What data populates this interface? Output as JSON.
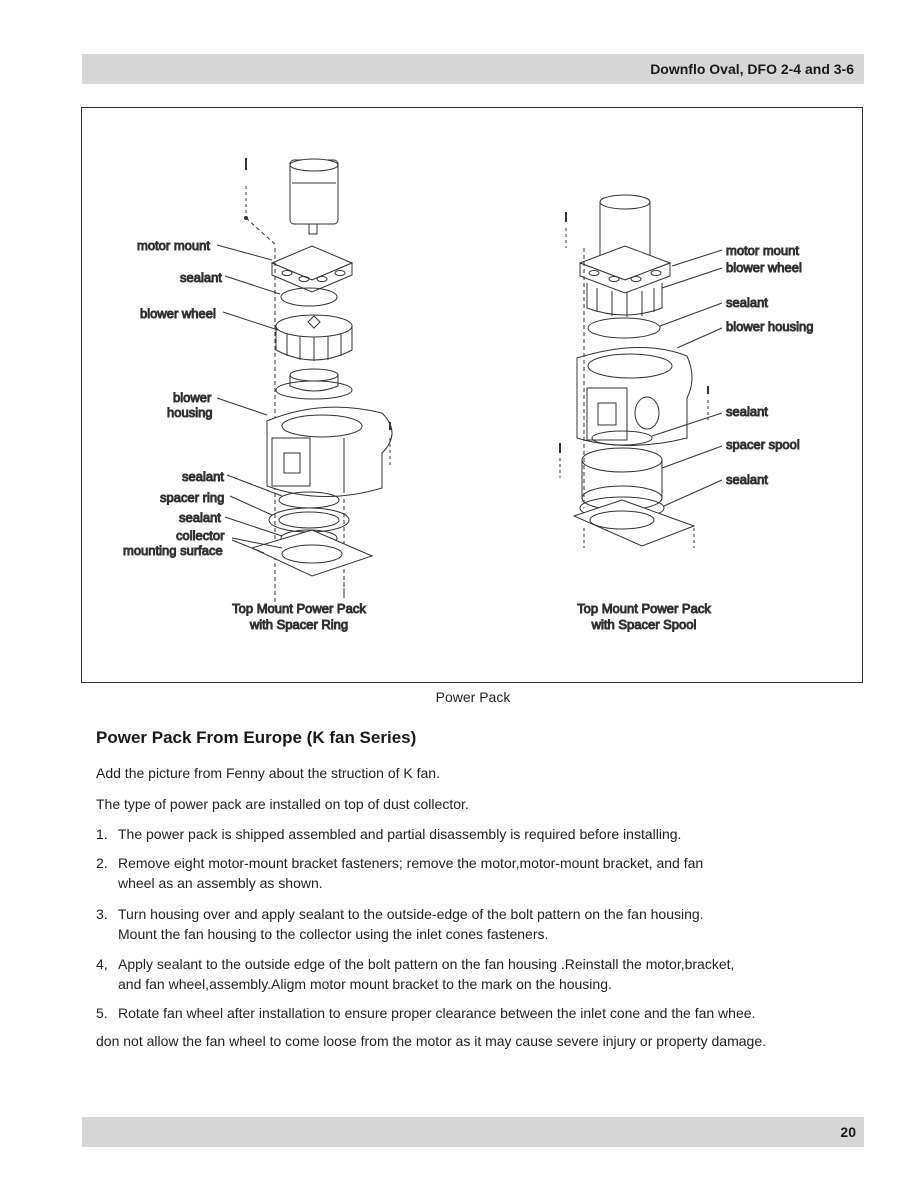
{
  "header": {
    "title": "Downflo Oval, DFO 2-4 and 3-6"
  },
  "figure": {
    "left": {
      "callouts": [
        "motor mount",
        "sealant",
        "blower wheel",
        "blower",
        "housing",
        "sealant",
        "spacer ring",
        "sealant",
        "collector",
        "mounting surface"
      ],
      "caption_line1": "Top Mount Power Pack",
      "caption_line2": "with Spacer Ring"
    },
    "right": {
      "callouts": [
        "motor mount",
        "blower wheel",
        "sealant",
        "blower housing",
        "sealant",
        "spacer spool",
        "sealant"
      ],
      "caption_line1": "Top Mount Power Pack",
      "caption_line2": "with Spacer Spool"
    },
    "caption": "Power Pack"
  },
  "section": {
    "heading": "Power Pack From Europe (K fan Series)",
    "intro1": "Add the picture from Fenny about the struction of K fan.",
    "intro2": "The type of power pack are installed on top of dust collector.",
    "steps": [
      {
        "num": "1.",
        "lines": [
          "The power pack is shipped assembled and partial disassembly is required before installing."
        ]
      },
      {
        "num": "2.",
        "lines": [
          "Remove eight motor-mount bracket fasteners; remove the motor,motor-mount bracket, and fan",
          "wheel as an assembly as shown."
        ]
      },
      {
        "num": "3.",
        "lines": [
          "Turn housing over and apply sealant to the outside-edge of the bolt pattern on the fan housing.",
          "Mount the fan housing to the collector using the inlet cones fasteners."
        ]
      },
      {
        "num": "4,",
        "lines": [
          "Apply sealant to the outside edge of the bolt pattern on the fan housing .Reinstall the motor,bracket,",
          "and fan wheel,assembly.Aligm motor mount bracket to the mark on the housing."
        ]
      },
      {
        "num": "5.",
        "lines": [
          "Rotate fan wheel after installation to ensure proper clearance between the inlet cone and the fan whee."
        ]
      }
    ],
    "warning": "don not allow the fan wheel to come loose from the motor as it may cause severe injury or property damage."
  },
  "footer": {
    "page_number": "20"
  }
}
